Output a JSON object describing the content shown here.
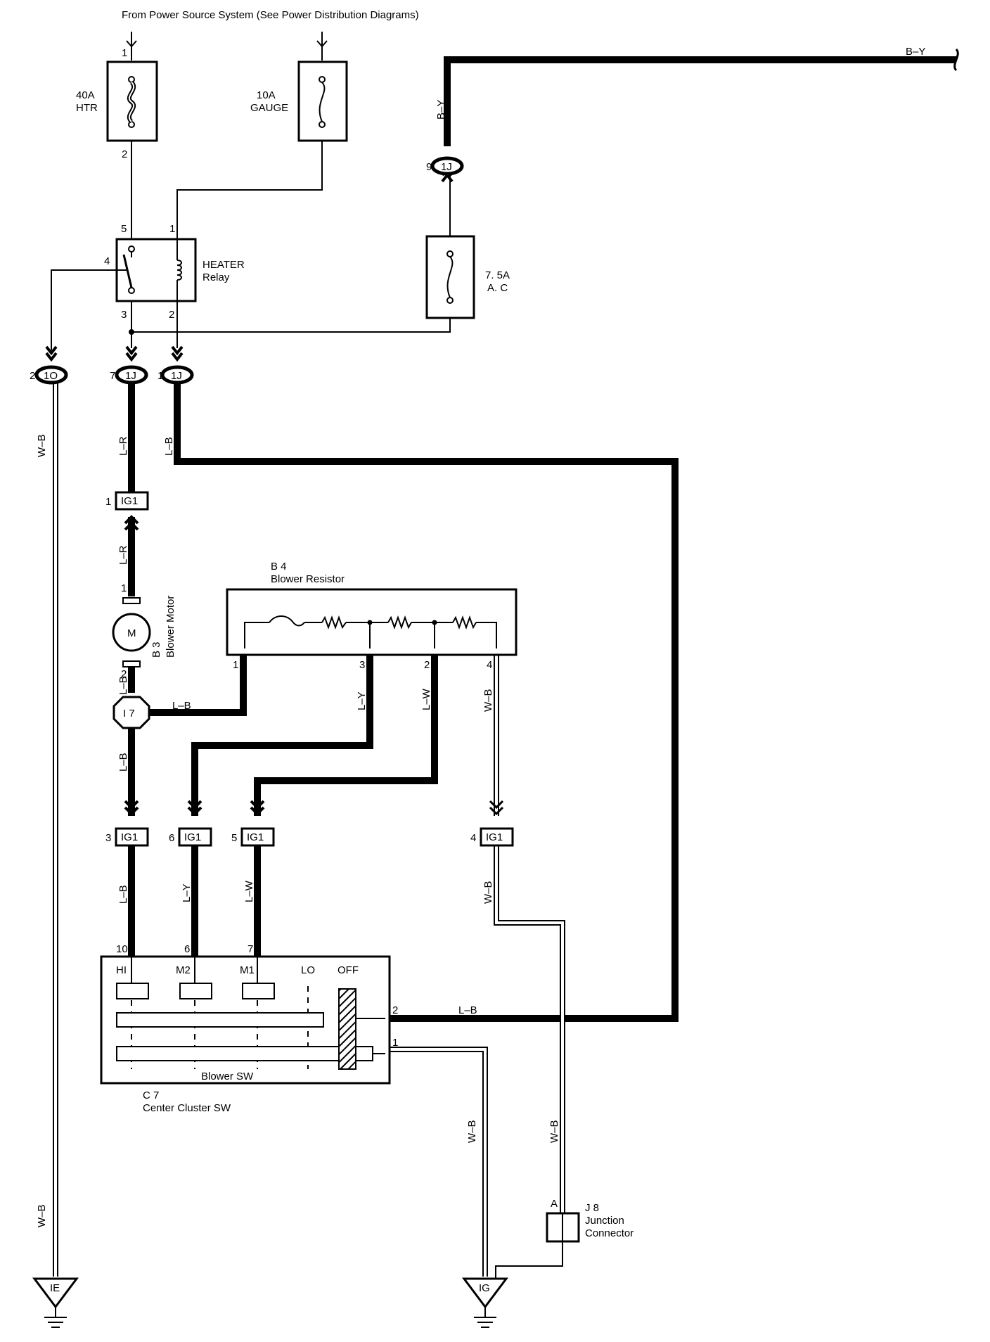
{
  "header": {
    "power_source": "From Power Source System (See Power Distribution Diagrams)"
  },
  "fuses": {
    "htr": {
      "rating": "40A",
      "name": "HTR",
      "pin_top": "1",
      "pin_bottom": "2"
    },
    "gauge": {
      "rating": "10A",
      "name": "GAUGE"
    },
    "ac": {
      "rating": "7. 5A",
      "name": "A. C"
    }
  },
  "heater_relay": {
    "name": "HEATER",
    "name2": "Relay",
    "pin5": "5",
    "pin1": "1",
    "pin4": "4",
    "pin3": "3",
    "pin2": "2"
  },
  "connectors": {
    "c1o": {
      "pin": "2",
      "code": "1O"
    },
    "c1j7": {
      "pin": "7",
      "code": "1J"
    },
    "c1j1": {
      "pin": "1",
      "code": "1J"
    },
    "c1j9": {
      "pin": "9",
      "code": "1J"
    },
    "ig1_1": {
      "pin": "1",
      "code": "IG1"
    },
    "ig1_3": {
      "pin": "3",
      "code": "IG1"
    },
    "ig1_6": {
      "pin": "6",
      "code": "IG1"
    },
    "ig1_5": {
      "pin": "5",
      "code": "IG1"
    },
    "ig1_4": {
      "pin": "4",
      "code": "IG1"
    },
    "i7": {
      "code": "I 7"
    }
  },
  "wires": {
    "b_y_top": "B–Y",
    "b_y_vert": "B–Y",
    "w_b_left_top": "W–B",
    "w_b_left_bottom": "W–B",
    "l_r_upper": "L–R",
    "l_r_lower": "L–R",
    "l_b_1j": "L–B",
    "l_b_motor": "L–B",
    "l_b_i7": "L–B",
    "l_b_below_i7": "L–B",
    "l_b_ig1_3": "L–B",
    "l_y_resistor": "L–Y",
    "l_w_resistor": "L–W",
    "w_b_resistor": "W–B",
    "l_y_ig1_6": "L–Y",
    "l_w_ig1_5": "L–W",
    "w_b_ig1_4": "W–B",
    "l_b_sw2": "L–B",
    "w_b_sw1": "W–B",
    "w_b_j8": "W–B"
  },
  "blower_motor": {
    "symbol": "M",
    "code": "B 3",
    "name": "Blower Motor",
    "pin1": "1",
    "pin2": "2"
  },
  "blower_resistor": {
    "code": "B 4",
    "name": "Blower Resistor",
    "pin1": "1",
    "pin3": "3",
    "pin2": "2",
    "pin4": "4"
  },
  "blower_switch": {
    "code": "C 7",
    "name": "Center Cluster SW",
    "inner_label": "Blower SW",
    "positions": [
      "HI",
      "M2",
      "M1",
      "LO",
      "OFF"
    ],
    "pin10": "10",
    "pin6": "6",
    "pin7": "7",
    "pin2": "2",
    "pin1": "1"
  },
  "junction_connector": {
    "code": "J 8",
    "name": "Junction",
    "name2": "Connector",
    "pin": "A"
  },
  "grounds": {
    "ie": "IE",
    "ig": "IG"
  }
}
